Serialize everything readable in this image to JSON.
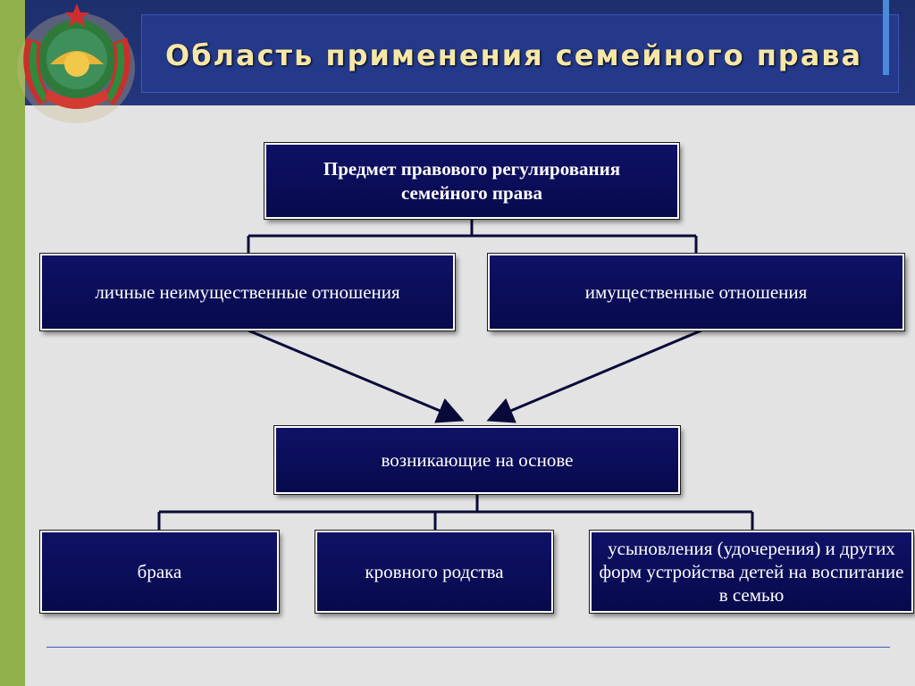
{
  "slide": {
    "title": "Область применения семейного права"
  },
  "diagram": {
    "root": "Предмет правового регулирования семейного права",
    "level1": [
      "личные неимущественные отношения",
      "имущественные отношения"
    ],
    "middle": "возникающие на основе",
    "level2": [
      "брака",
      "кровного родства",
      "усыновления (удочерения) и других форм устройства детей на воспитание в семью"
    ]
  },
  "colors": {
    "box_fill": "#0b0e5a",
    "header": "#24398a",
    "title_text": "#f7e7a6",
    "accent_strip": "#8fb04a"
  },
  "icons": {
    "emblem": "state-emblem-icon"
  }
}
